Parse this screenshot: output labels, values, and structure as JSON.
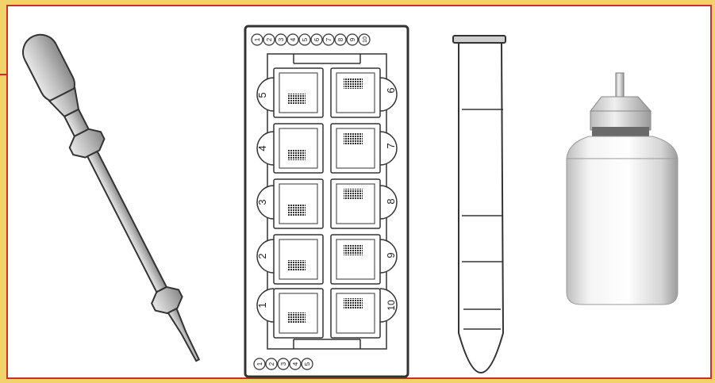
{
  "colors": {
    "frame": "#f2d36b",
    "border": "#c8302a",
    "ink": "#333333"
  },
  "slide": {
    "top_numbers": [
      "1",
      "2",
      "3",
      "4",
      "5",
      "6",
      "7",
      "8",
      "9",
      "10"
    ],
    "bottom_numbers": [
      "1",
      "2",
      "3",
      "4",
      "5"
    ],
    "well_labels": {
      "left": [
        "5",
        "4",
        "3",
        "2",
        "1"
      ],
      "right": [
        "6",
        "7",
        "8",
        "9",
        "10"
      ]
    }
  },
  "icons": [
    "dropper-pipette-icon",
    "multiwell-slide-icon",
    "conical-tube-icon",
    "dropper-bottle-icon"
  ]
}
